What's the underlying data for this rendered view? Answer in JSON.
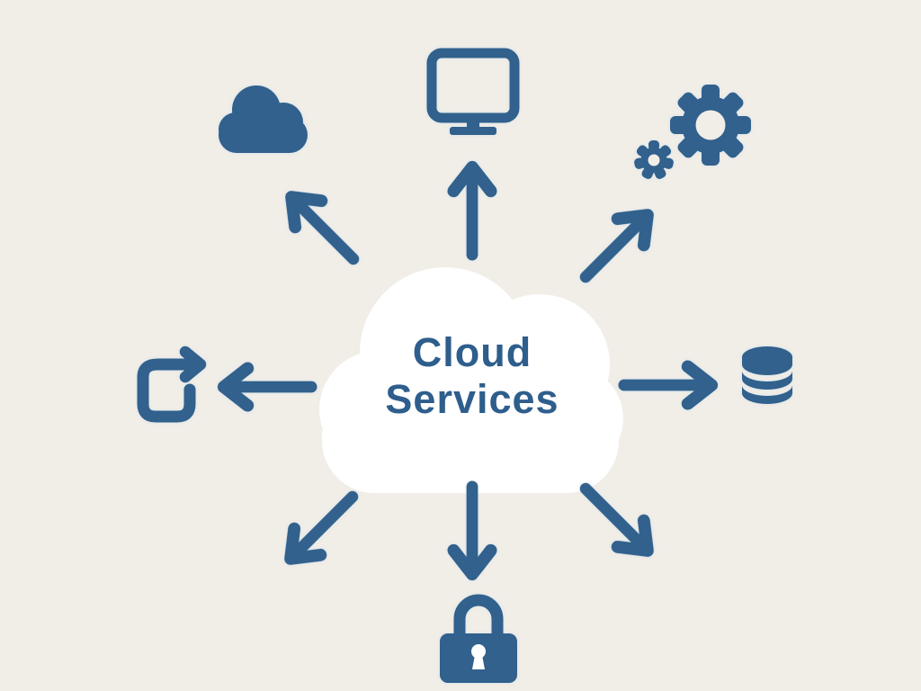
{
  "diagram": {
    "center": {
      "label": "Cloud Services",
      "line1": "Cloud",
      "line2": "Services"
    },
    "theme": {
      "icon_color": "#31618C",
      "background": "#F1EDE7",
      "cloud_fill": "#FFFFFF",
      "text_color": "#2E5E8C"
    },
    "nodes": [
      {
        "id": "cloud",
        "icon": "cloud-icon",
        "position": "top-left"
      },
      {
        "id": "monitor",
        "icon": "monitor-icon",
        "position": "top"
      },
      {
        "id": "gears",
        "icon": "gears-icon",
        "position": "top-right"
      },
      {
        "id": "share",
        "icon": "share-icon",
        "position": "left"
      },
      {
        "id": "database",
        "icon": "database-icon",
        "position": "right"
      },
      {
        "id": "lock",
        "icon": "lock-icon",
        "position": "bottom"
      }
    ],
    "arrows": [
      {
        "direction": "up"
      },
      {
        "direction": "up-left"
      },
      {
        "direction": "up-right"
      },
      {
        "direction": "left"
      },
      {
        "direction": "right"
      },
      {
        "direction": "down-left"
      },
      {
        "direction": "down"
      },
      {
        "direction": "down-right"
      }
    ]
  }
}
